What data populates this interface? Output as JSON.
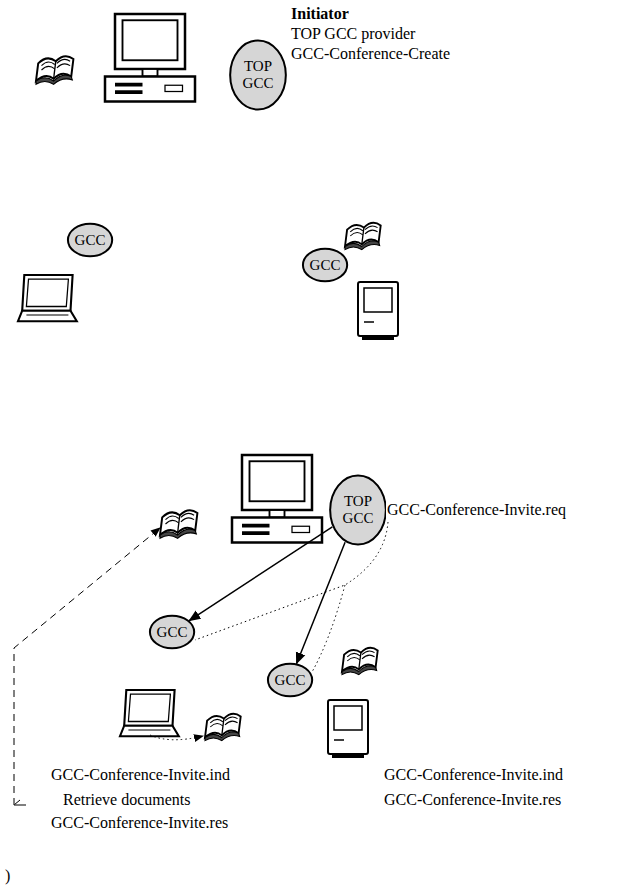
{
  "diagram": {
    "nodes": [
      {
        "text": [
          "TOP GCC"
        ]
      },
      {
        "text": [
          "GCC"
        ]
      },
      {
        "text": [
          "GCC"
        ]
      },
      {
        "text": [
          "TOP GCC"
        ]
      },
      {
        "text": [
          "GCC"
        ]
      },
      {
        "text": [
          "GCC"
        ]
      }
    ],
    "edges": [
      {
        "from": 3,
        "to": 4,
        "arrow": "to"
      },
      {
        "from": 3,
        "to": 5,
        "arrow": "to"
      }
    ],
    "labels": [
      "Initiator",
      "TOP GCC provider",
      "GCC-Conference-Create",
      "GCC-Conference-Invite.req",
      "GCC-Conference-Invite.ind",
      "Retrieve documents",
      "GCC-Conference-Invite.res",
      "GCC-Conference-Invite.ind",
      "GCC-Conference-Invite.res",
      ")"
    ]
  }
}
